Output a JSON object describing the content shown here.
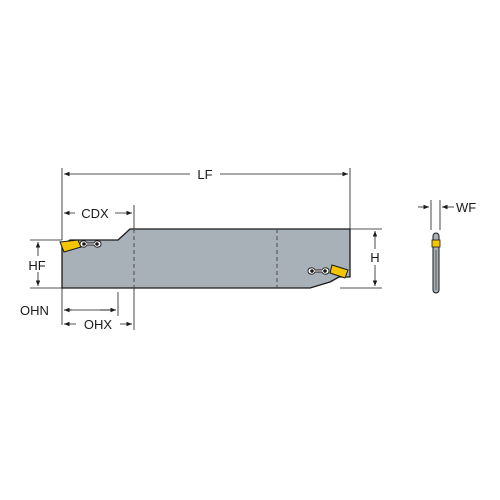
{
  "dimensions": {
    "lf": "LF",
    "cdx": "CDX",
    "hf": "HF",
    "h": "H",
    "ohn": "OHN",
    "ohx": "OHX",
    "wf": "WF"
  },
  "colors": {
    "blade_body": "#a8b0b8",
    "insert": "#f5c500",
    "outline": "#1a1a1a",
    "section_line": "#4d4d4d"
  }
}
